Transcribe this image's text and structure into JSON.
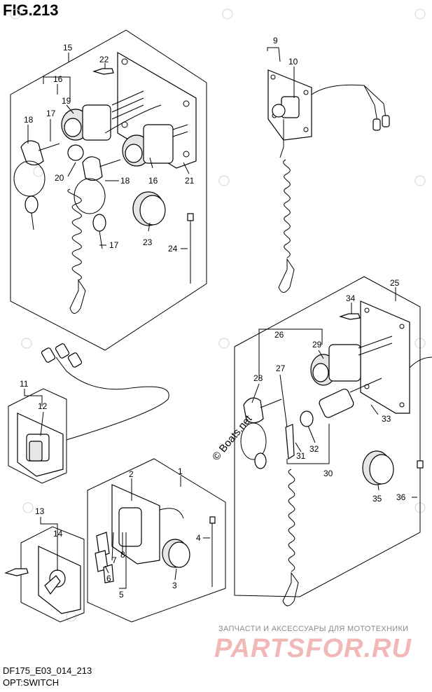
{
  "figure": {
    "title": "FIG.213",
    "code": "DF175_E03_014_213",
    "name": "OPT:SWITCH"
  },
  "watermarks": {
    "boats_net": "© Boats.net",
    "tagline": "ЗАПЧАСТИ И АКСЕССУАРЫ ДЛЯ МОТОТЕХНИКИ",
    "logo": "PARTSFOR.RU"
  },
  "callouts": [
    {
      "id": "c15",
      "text": "15"
    },
    {
      "id": "c22",
      "text": "22"
    },
    {
      "id": "c16a",
      "text": "16"
    },
    {
      "id": "c19",
      "text": "19"
    },
    {
      "id": "c18a",
      "text": "18"
    },
    {
      "id": "c17a",
      "text": "17"
    },
    {
      "id": "c20",
      "text": "20"
    },
    {
      "id": "c18b",
      "text": "18"
    },
    {
      "id": "c16b",
      "text": "16"
    },
    {
      "id": "c21",
      "text": "21"
    },
    {
      "id": "c23",
      "text": "23"
    },
    {
      "id": "c17b",
      "text": "17"
    },
    {
      "id": "c24",
      "text": "24"
    },
    {
      "id": "c9",
      "text": "9"
    },
    {
      "id": "c10",
      "text": "10"
    },
    {
      "id": "c25",
      "text": "25"
    },
    {
      "id": "c34",
      "text": "34"
    },
    {
      "id": "c26",
      "text": "26"
    },
    {
      "id": "c29",
      "text": "29"
    },
    {
      "id": "c27",
      "text": "27"
    },
    {
      "id": "c28",
      "text": "28"
    },
    {
      "id": "c33",
      "text": "33"
    },
    {
      "id": "c32",
      "text": "32"
    },
    {
      "id": "c31",
      "text": "31"
    },
    {
      "id": "c30",
      "text": "30"
    },
    {
      "id": "c35",
      "text": "35"
    },
    {
      "id": "c36",
      "text": "36"
    },
    {
      "id": "c11",
      "text": "11"
    },
    {
      "id": "c12",
      "text": "12"
    },
    {
      "id": "c1",
      "text": "1"
    },
    {
      "id": "c2",
      "text": "2"
    },
    {
      "id": "c4",
      "text": "4"
    },
    {
      "id": "c13",
      "text": "13"
    },
    {
      "id": "c14",
      "text": "14"
    },
    {
      "id": "c7",
      "text": "7"
    },
    {
      "id": "c8",
      "text": "8"
    },
    {
      "id": "c6",
      "text": "6"
    },
    {
      "id": "c5",
      "text": "5"
    },
    {
      "id": "c3",
      "text": "3"
    }
  ]
}
